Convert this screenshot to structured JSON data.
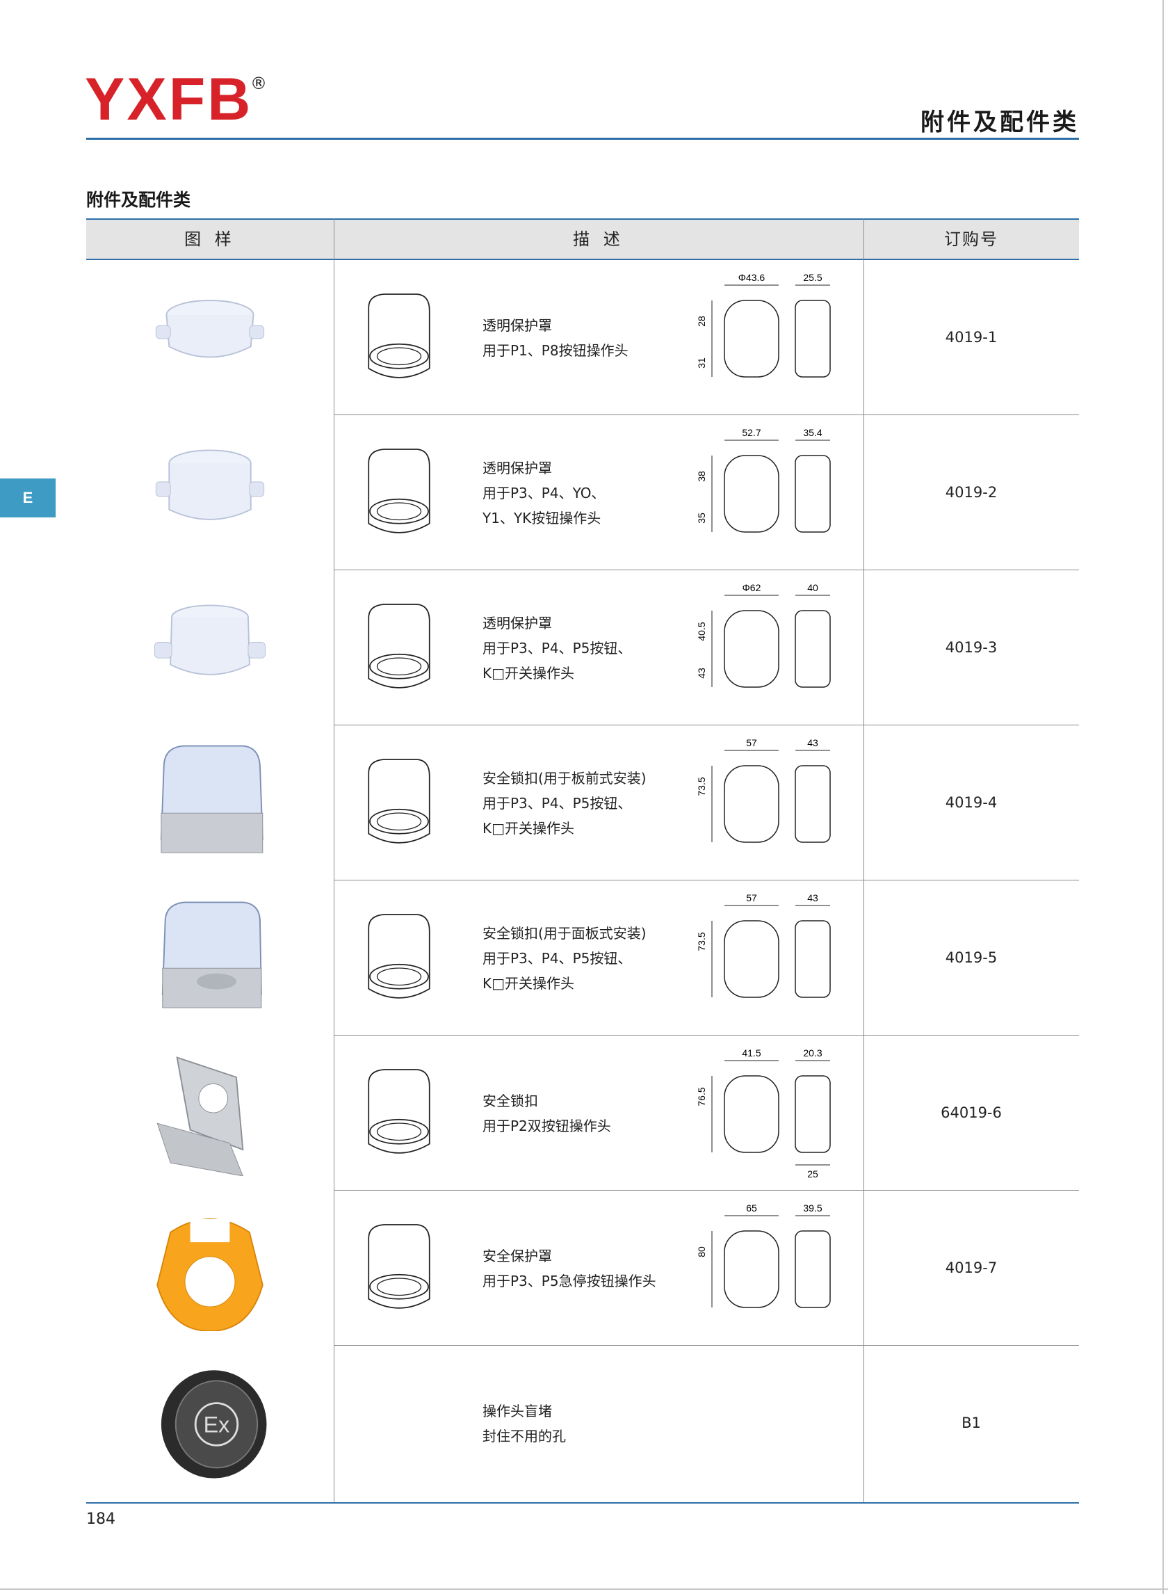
{
  "header": {
    "brand": "YXFB",
    "registered": "®",
    "title": "附件及配件类",
    "brand_color": "#d7222a",
    "accent_color": "#2d6fa8"
  },
  "section_title": "附件及配件类",
  "side_tab": "E",
  "table": {
    "columns": [
      "图 样",
      "描 述",
      "订购号"
    ],
    "rows": [
      {
        "desc": [
          "透明保护罩",
          "用于P1、P8按钮操作头"
        ],
        "code": "4019-1",
        "dims": {
          "top_a": "Φ43.6",
          "top_b": "25.5",
          "side_a": "28",
          "side_b": "31"
        }
      },
      {
        "desc": [
          "透明保护罩",
          "用于P3、P4、YO、",
          "Y1、YK按钮操作头"
        ],
        "code": "4019-2",
        "dims": {
          "top_a": "52.7",
          "top_b": "35.4",
          "side_a": "38",
          "side_b": "35"
        }
      },
      {
        "desc": [
          "透明保护罩",
          "用于P3、P4、P5按钮、",
          "K□开关操作头"
        ],
        "code": "4019-3",
        "dims": {
          "top_a": "Φ62",
          "top_b": "40",
          "side_a": "40.5",
          "side_b": "43"
        }
      },
      {
        "desc": [
          "安全锁扣(用于板前式安装)",
          "用于P3、P4、P5按钮、",
          "K□开关操作头"
        ],
        "code": "4019-4",
        "dims": {
          "top_a": "57",
          "top_b": "43",
          "side_a": "73.5"
        }
      },
      {
        "desc": [
          "安全锁扣(用于面板式安装)",
          "用于P3、P4、P5按钮、",
          "K□开关操作头"
        ],
        "code": "4019-5",
        "dims": {
          "top_a": "57",
          "top_b": "43",
          "side_a": "73.5"
        }
      },
      {
        "desc": [
          "安全锁扣",
          "用于P2双按钮操作头"
        ],
        "code": "64019-6",
        "dims": {
          "top_a": "41.5",
          "top_b": "20.3",
          "side_a": "76.5",
          "bottom_b": "25"
        }
      },
      {
        "desc": [
          "安全保护罩",
          "用于P3、P5急停按钮操作头"
        ],
        "code": "4019-7",
        "dims": {
          "top_a": "65",
          "top_b": "39.5",
          "side_a": "80"
        }
      },
      {
        "desc": [
          "操作头盲堵",
          "封住不用的孔"
        ],
        "code": "B1",
        "photo_label": "Ex"
      }
    ]
  },
  "page_number": "184"
}
